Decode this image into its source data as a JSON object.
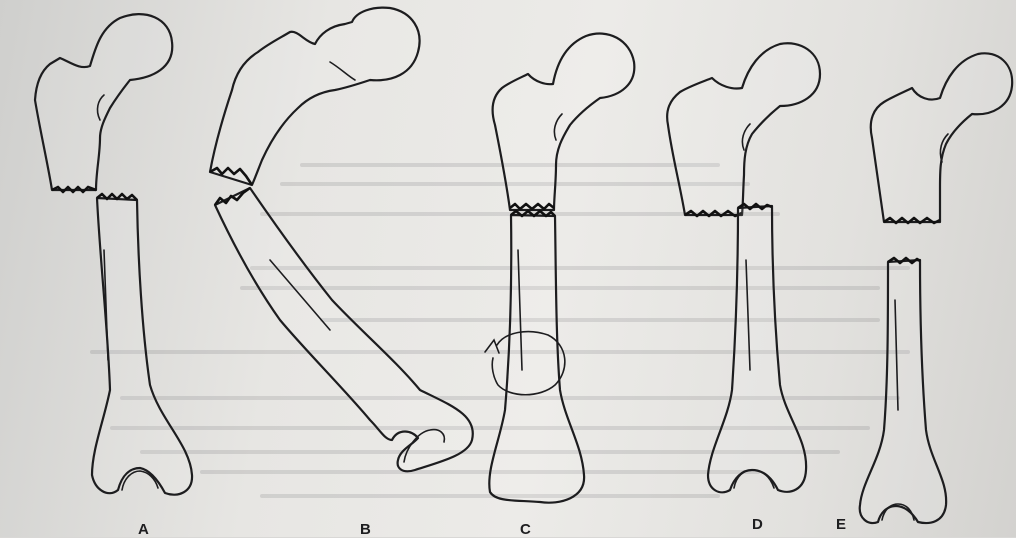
{
  "figure": {
    "labels": {
      "a": "A",
      "b": "B",
      "c": "C",
      "d": "D",
      "e": "E"
    }
  }
}
